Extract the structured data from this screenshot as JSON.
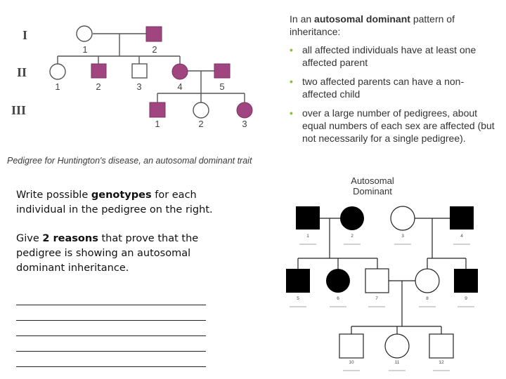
{
  "colors": {
    "affected_purple": "#a0457f",
    "affected_black": "#000000",
    "bullet_green": "#8cbf3f"
  },
  "pedigree_hd": {
    "generations": [
      "I",
      "II",
      "III"
    ],
    "numbers": {
      "I": [
        "1",
        "2"
      ],
      "II": [
        "1",
        "2",
        "3",
        "4",
        "5"
      ],
      "III": [
        "1",
        "2",
        "3"
      ]
    },
    "caption": "Pedigree for Huntington's disease, an autosomal dominant trait"
  },
  "info": {
    "heading_pre": "In an ",
    "heading_bold": "autosomal dominant",
    "heading_post": " pattern of inheritance:",
    "bullets": [
      "all affected individuals have at least one affected parent",
      "two affected parents can have a non-affected child",
      "over a large number of pedigrees, about equal numbers of each sex are affected (but not necessarily for a single pedigree)."
    ]
  },
  "instructions": {
    "p1_pre": "Write possible ",
    "p1_bold": "genotypes",
    "p1_post": " for each individual in the pedigree on the right.",
    "p2_pre": "Give ",
    "p2_bold": "2 reasons",
    "p2_post": " that prove that the pedigree is showing an autosomal dominant inheritance."
  },
  "pedigree_ad": {
    "title": "Autosomal Dominant",
    "numbers": [
      "1",
      "2",
      "3",
      "4",
      "5",
      "6",
      "7",
      "8",
      "9",
      "10",
      "11",
      "12"
    ]
  }
}
